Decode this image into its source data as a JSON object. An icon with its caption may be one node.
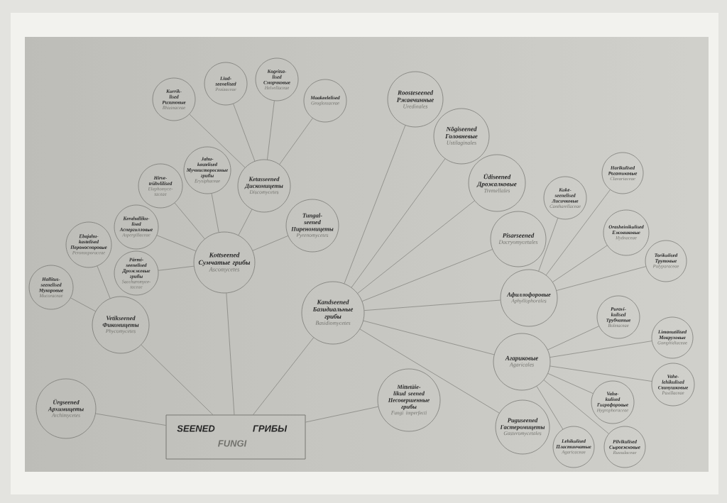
{
  "diagram": {
    "nodes": [
      {
        "text": [
          "SEENED",
          "FUNGI",
          "ГРИБЫ"
        ]
      },
      {
        "text": [
          "Ürgseened",
          "Архимицеты",
          "Archimycetes"
        ]
      },
      {
        "text": [
          "Vetikseened",
          "Фикомицеты",
          "Phycomycetes"
        ]
      },
      {
        "text": [
          "Ebajahu- kastelised",
          "Пероноспоровые",
          "Peronosporaceae"
        ]
      },
      {
        "text": [
          "Hallitus- seenelised",
          "Мукоровые",
          "Mucoraceae"
        ]
      },
      {
        "text": [
          "Kottseened",
          "Сумчатые грибы",
          "Ascomycetes"
        ]
      },
      {
        "text": [
          "Pärmi- seenelised",
          "Дрожжевые грибы",
          "Saccharomyce- taceae"
        ]
      },
      {
        "text": [
          "Kerahalliku- lised",
          "Аспергилловые",
          "Aspergillaceae"
        ]
      },
      {
        "text": [
          "Hirve- trühvlilised",
          "Elaphomyce- taceae"
        ]
      },
      {
        "text": [
          "Jahu- kastelised",
          "Мучнисторосяные грибы",
          "Erysiphaceae"
        ]
      },
      {
        "text": [
          "Ketasseened",
          "Дискомицеты",
          "Discomycetes"
        ]
      },
      {
        "text": [
          "Kurrik- lised",
          "Ризиновые",
          "Rhizinaceae"
        ]
      },
      {
        "text": [
          "Liud- seenelised",
          "Pezizaceae"
        ]
      },
      {
        "text": [
          "Kogritsa- lised",
          "Сморчковые",
          "Helvellaceae"
        ]
      },
      {
        "text": [
          "Maakeelelised",
          "Geoglossaceae"
        ]
      },
      {
        "text": [
          "Tungal- seened",
          "Пиреномицеты",
          "Pyrenomycetes"
        ]
      },
      {
        "text": [
          "Kandseened",
          "Базидиальные грибы",
          "Basidiomycetes"
        ]
      },
      {
        "text": [
          "Roosteseened",
          "Ржавчинные",
          "Uredinales"
        ]
      },
      {
        "text": [
          "Nõgiseened",
          "Головневые",
          "Ustilaginales"
        ]
      },
      {
        "text": [
          "Üdiseened",
          "Дрожалковые",
          "Tremellales"
        ]
      },
      {
        "text": [
          "Pisarseened",
          "Dacryomycetales"
        ]
      },
      {
        "text": [
          "Афиллофоровые",
          "Aphyllophorales"
        ]
      },
      {
        "text": [
          "Kuke- seenelised",
          "Лисичковые",
          "Cantharellaceae"
        ]
      },
      {
        "text": [
          "Harikulised",
          "Рогатиковые",
          "Clavariaceae"
        ]
      },
      {
        "text": [
          "Orasheinikulised",
          "Ежовиковые",
          "Hydnaceae"
        ]
      },
      {
        "text": [
          "Torikulised",
          "Трутовые",
          "Polyporaceae"
        ]
      },
      {
        "text": [
          "Агариковые",
          "Agaricales"
        ]
      },
      {
        "text": [
          "Puravi- kulised",
          "Трубчатые",
          "Boletaceae"
        ]
      },
      {
        "text": [
          "Limanutilised",
          "Мокруховые",
          "Gomphidiaceae"
        ]
      },
      {
        "text": [
          "Vahe- lehikulised",
          "Свинушковые",
          "Paxillaceae"
        ]
      },
      {
        "text": [
          "Vaha- kulised",
          "Гигрофоровые",
          "Hygrophoraceae"
        ]
      },
      {
        "text": [
          "Lehikulised",
          "Пластинчатые",
          "Agaricaceae"
        ]
      },
      {
        "text": [
          "Pilvikulised",
          "Сыроежковые",
          "Russulaceae"
        ]
      },
      {
        "text": [
          "Puguseened",
          "Гастеромицеты",
          "Gasteromycetales"
        ]
      },
      {
        "text": [
          "Mittetäie- likud seened",
          "Несовершенные грибы",
          "Fungi imperfecti"
        ]
      }
    ],
    "edges": [
      {
        "from": 0,
        "to": 1,
        "arrow": "none"
      },
      {
        "from": 0,
        "to": 2,
        "arrow": "none"
      },
      {
        "from": 0,
        "to": 5,
        "arrow": "none"
      },
      {
        "from": 0,
        "to": 16,
        "arrow": "none"
      },
      {
        "from": 0,
        "to": 34,
        "arrow": "none"
      },
      {
        "from": 2,
        "to": 3,
        "arrow": "none"
      },
      {
        "from": 2,
        "to": 4,
        "arrow": "none"
      },
      {
        "from": 5,
        "to": 6,
        "arrow": "none"
      },
      {
        "from": 5,
        "to": 7,
        "arrow": "none"
      },
      {
        "from": 5,
        "to": 8,
        "arrow": "none"
      },
      {
        "from": 5,
        "to": 9,
        "arrow": "none"
      },
      {
        "from": 5,
        "to": 10,
        "arrow": "none"
      },
      {
        "from": 5,
        "to": 15,
        "arrow": "none"
      },
      {
        "from": 10,
        "to": 11,
        "arrow": "none"
      },
      {
        "from": 10,
        "to": 12,
        "arrow": "none"
      },
      {
        "from": 10,
        "to": 13,
        "arrow": "none"
      },
      {
        "from": 10,
        "to": 14,
        "arrow": "none"
      },
      {
        "from": 16,
        "to": 17,
        "arrow": "none"
      },
      {
        "from": 16,
        "to": 18,
        "arrow": "none"
      },
      {
        "from": 16,
        "to": 19,
        "arrow": "none"
      },
      {
        "from": 16,
        "to": 20,
        "arrow": "none"
      },
      {
        "from": 16,
        "to": 21,
        "arrow": "none"
      },
      {
        "from": 16,
        "to": 26,
        "arrow": "none"
      },
      {
        "from": 16,
        "to": 33,
        "arrow": "none"
      },
      {
        "from": 21,
        "to": 22,
        "arrow": "none"
      },
      {
        "from": 21,
        "to": 23,
        "arrow": "none"
      },
      {
        "from": 21,
        "to": 24,
        "arrow": "none"
      },
      {
        "from": 21,
        "to": 25,
        "arrow": "none"
      },
      {
        "from": 26,
        "to": 27,
        "arrow": "none"
      },
      {
        "from": 26,
        "to": 28,
        "arrow": "none"
      },
      {
        "from": 26,
        "to": 29,
        "arrow": "none"
      },
      {
        "from": 26,
        "to": 30,
        "arrow": "none"
      },
      {
        "from": 26,
        "to": 31,
        "arrow": "none"
      },
      {
        "from": 26,
        "to": 32,
        "arrow": "none"
      }
    ]
  }
}
